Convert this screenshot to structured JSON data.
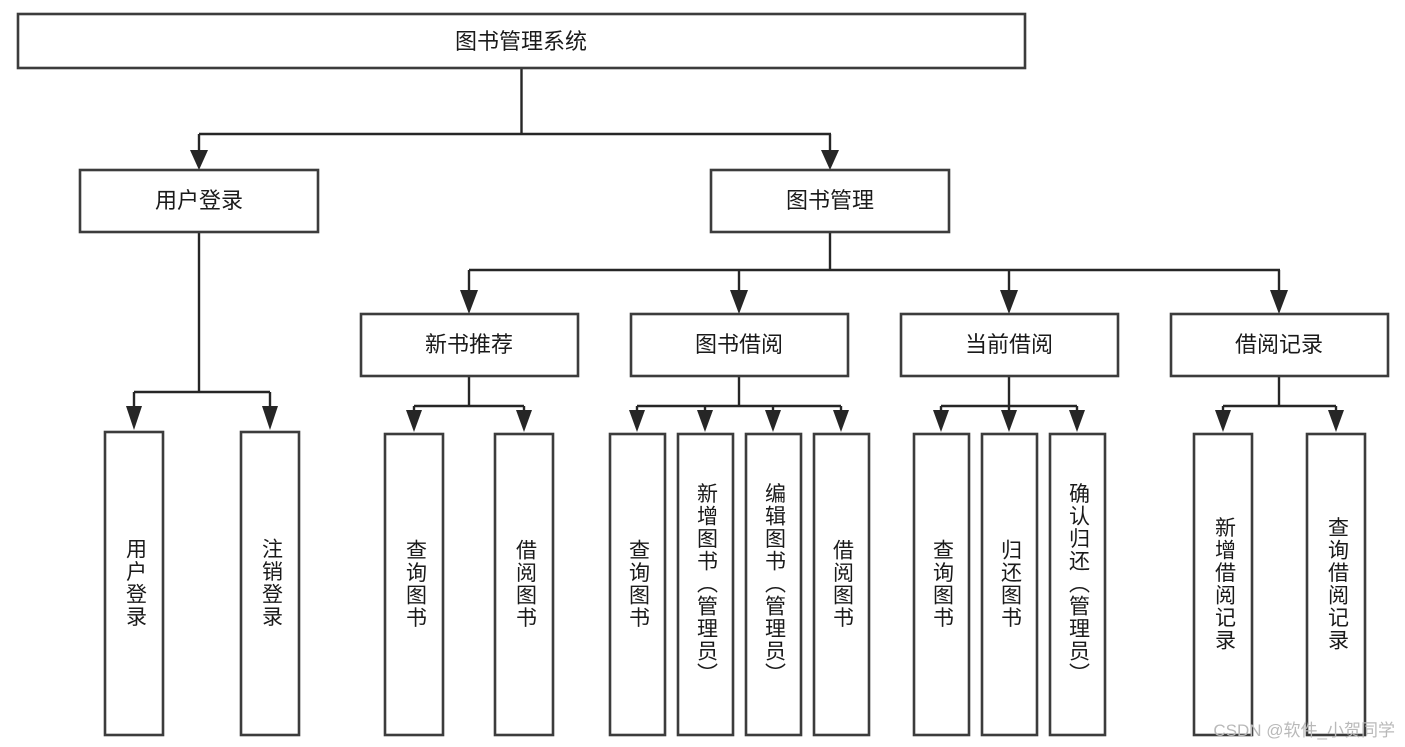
{
  "diagram": {
    "title": "图书管理系统",
    "watermark": "CSDN @软件_小贺同学",
    "stroke_color": "#3c3c3c",
    "edge_color": "#262626",
    "fill_color": "#ffffff",
    "levels": {
      "root": {
        "label": "图书管理系统"
      },
      "level2": [
        {
          "id": "user-login",
          "label": "用户登录"
        },
        {
          "id": "book-management",
          "label": "图书管理"
        }
      ],
      "level3": [
        {
          "id": "new-book-recommend",
          "label": "新书推荐",
          "parent": "book-management"
        },
        {
          "id": "book-borrow",
          "label": "图书借阅",
          "parent": "book-management"
        },
        {
          "id": "current-borrow",
          "label": "当前借阅",
          "parent": "book-management"
        },
        {
          "id": "borrow-record",
          "label": "借阅记录",
          "parent": "book-management"
        }
      ],
      "leaves": [
        {
          "id": "leaf-user-login",
          "label": "用户登录",
          "parent": "user-login"
        },
        {
          "id": "leaf-logout-login",
          "label": "注销登录",
          "parent": "user-login"
        },
        {
          "id": "leaf-query-book-1",
          "label": "查询图书",
          "parent": "new-book-recommend"
        },
        {
          "id": "leaf-borrow-book-1",
          "label": "借阅图书",
          "parent": "new-book-recommend"
        },
        {
          "id": "leaf-query-book-2",
          "label": "查询图书",
          "parent": "book-borrow"
        },
        {
          "id": "leaf-add-book",
          "label": "新增图书（管理员）",
          "parent": "book-borrow"
        },
        {
          "id": "leaf-edit-book",
          "label": "编辑图书（管理员）",
          "parent": "book-borrow"
        },
        {
          "id": "leaf-borrow-book-2",
          "label": "借阅图书",
          "parent": "book-borrow"
        },
        {
          "id": "leaf-query-book-3",
          "label": "查询图书",
          "parent": "current-borrow"
        },
        {
          "id": "leaf-return-book",
          "label": "归还图书",
          "parent": "current-borrow"
        },
        {
          "id": "leaf-confirm-return",
          "label": "确认归还（管理员）",
          "parent": "current-borrow"
        },
        {
          "id": "leaf-add-record",
          "label": "新增借阅记录",
          "parent": "borrow-record"
        },
        {
          "id": "leaf-query-record",
          "label": "查询借阅记录",
          "parent": "borrow-record"
        }
      ]
    }
  }
}
